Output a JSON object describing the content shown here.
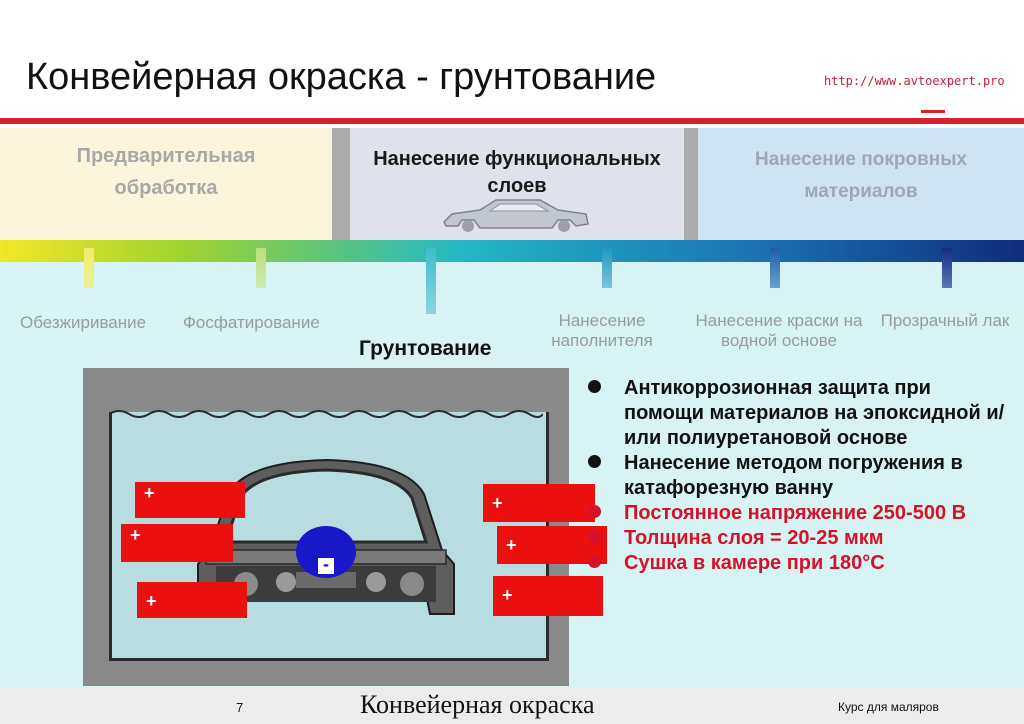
{
  "header": {
    "title": "Конвейерная окраска - грунтование",
    "url": "http://www.avtoexpert.pro"
  },
  "stages": {
    "pretreatment": "Предварительная обработка",
    "functional": "Нанесение функциональных слоев",
    "topcoat": "Нанесение покровных материалов"
  },
  "process_steps": {
    "degreasing": "Обезжиривание",
    "phosphating": "Фосфатирование",
    "priming": "Грунтование",
    "filler": "Нанесение наполнителя",
    "waterborne": "Нанесение краски на водной основе",
    "clearcoat": "Прозрачный лак"
  },
  "diagram": {
    "anode_sign": "+",
    "cathode_sign": "-"
  },
  "bullets": [
    {
      "text": "Антикоррозионная защита при помощи материалов на эпоксидной и/или полиуретановой основе",
      "color": "#111111"
    },
    {
      "text": "Нанесение методом погружения в катафорезную ванну",
      "color": "#111111"
    },
    {
      "text": "Постоянное напряжение 250-500 В",
      "color": "#d4122a"
    },
    {
      "text": "Толщина слоя = 20-25 мкм",
      "color": "#d4122a"
    },
    {
      "text": "Сушка в камере при 180°C",
      "color": "#d4122a"
    }
  ],
  "footer": {
    "page_number": "7",
    "title": "Конвейерная окраска",
    "course": "Курс для маляров"
  },
  "colors": {
    "accent_red": "#d8202e",
    "electrode_red": "#ea1010",
    "cathode_blue": "#1818c8",
    "bath_blue": "#b8dde0"
  }
}
